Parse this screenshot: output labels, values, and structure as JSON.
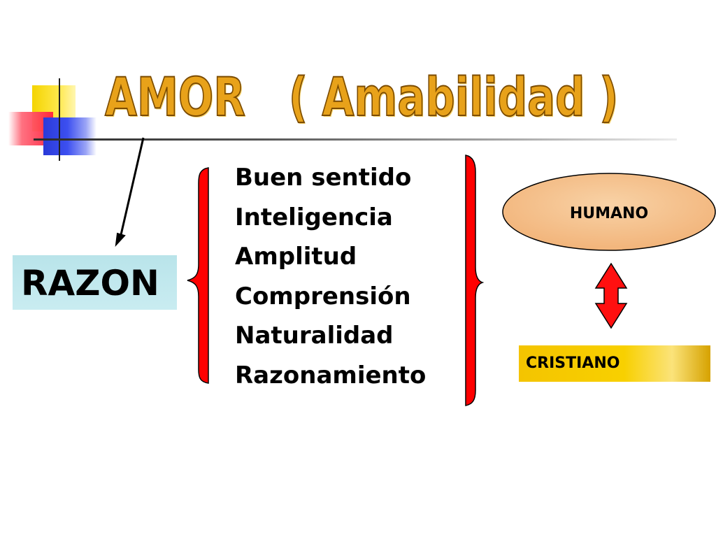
{
  "title": "AMOR   ( Amabilidad )",
  "razon": {
    "label": "RAZON"
  },
  "traits": [
    "Buen sentido",
    "Inteligencia",
    "Amplitud",
    "Comprensión",
    "Naturalidad",
    "Razonamiento"
  ],
  "humano": {
    "label": "HUMANO"
  },
  "cristiano": {
    "label": "CRISTIANO"
  },
  "colors": {
    "title": "#e8a21a",
    "brace": "#ff0000",
    "arrow": "#ff0000",
    "razon_box": "#b9e4ea",
    "humano_ellipse": "#f7c38e",
    "cristiano_box": "#f4c400"
  }
}
